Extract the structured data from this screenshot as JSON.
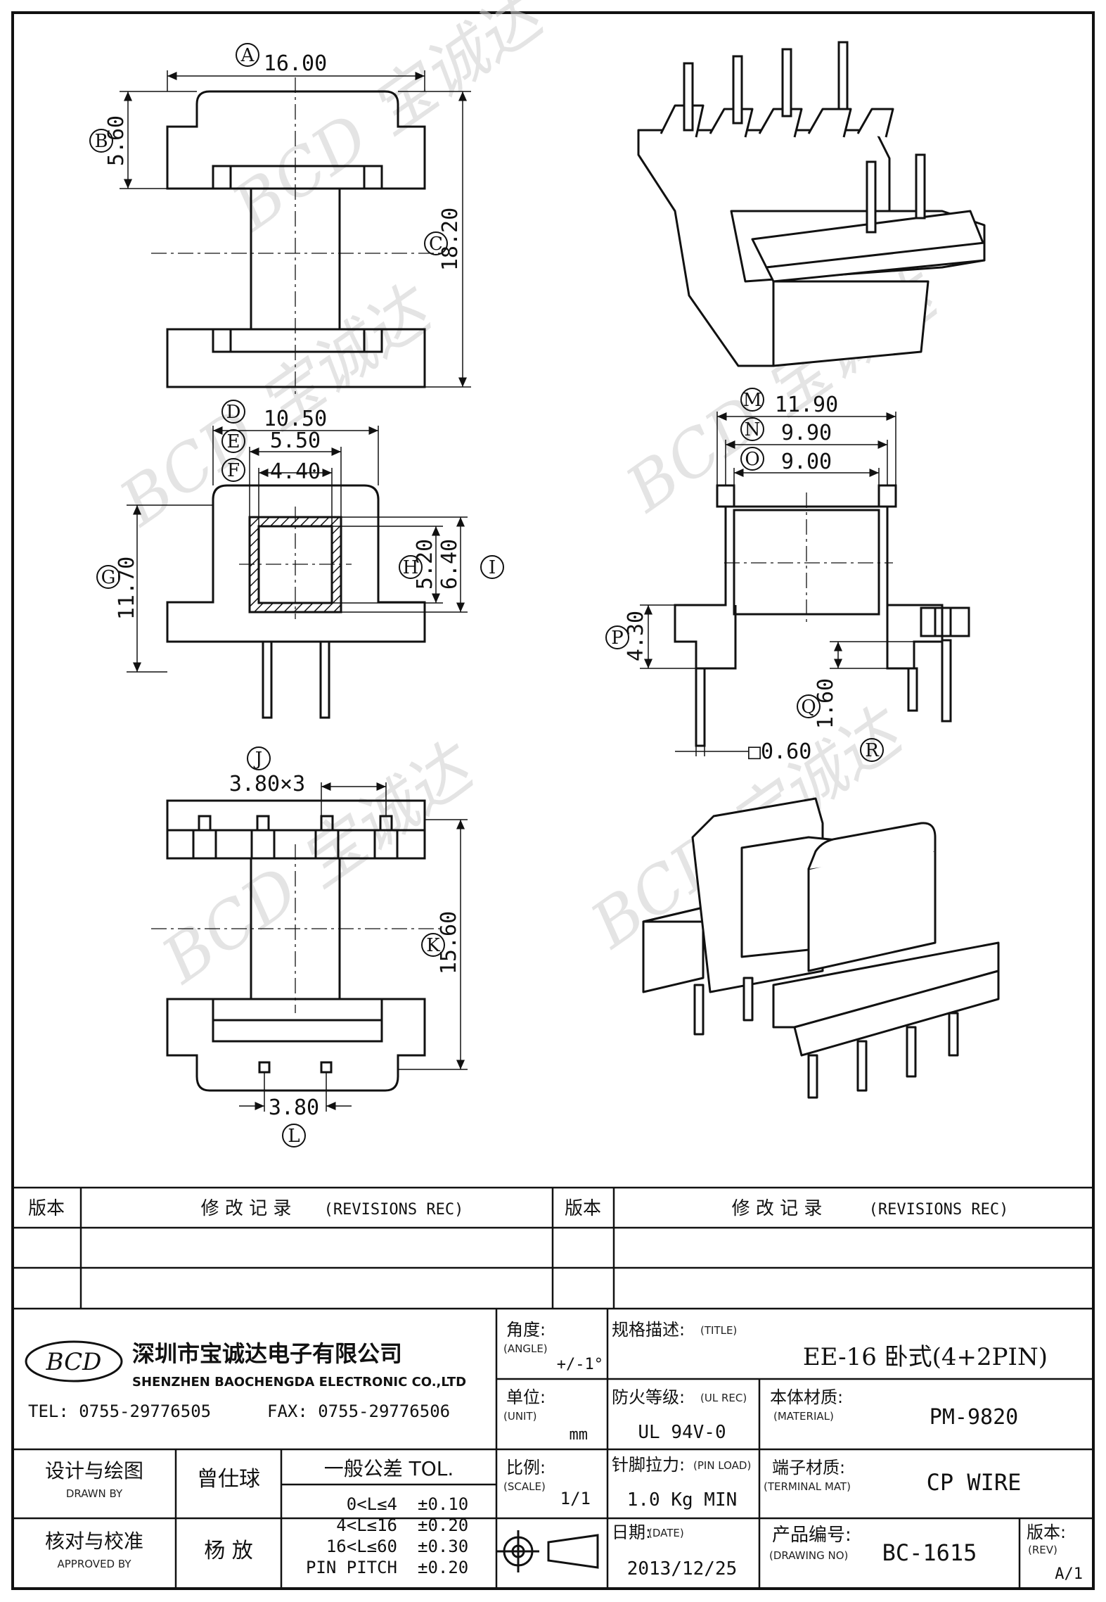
{
  "dimensions": {
    "A": {
      "letter": "A",
      "value": "16.00"
    },
    "B": {
      "letter": "B",
      "value": "5.60"
    },
    "C": {
      "letter": "C",
      "value": "18.20"
    },
    "D": {
      "letter": "D",
      "value": "10.50"
    },
    "E": {
      "letter": "E",
      "value": "5.50"
    },
    "F": {
      "letter": "F",
      "value": "4.40"
    },
    "G": {
      "letter": "G",
      "value": "11.70"
    },
    "H": {
      "letter": "H",
      "value": "5.20"
    },
    "I": {
      "letter": "I",
      "value": "6.40"
    },
    "J": {
      "letter": "J",
      "value": "3.80×3"
    },
    "K": {
      "letter": "K",
      "value": "15.60"
    },
    "L": {
      "letter": "L",
      "value": "3.80"
    },
    "M": {
      "letter": "M",
      "value": "11.90"
    },
    "N": {
      "letter": "N",
      "value": "9.90"
    },
    "O": {
      "letter": "O",
      "value": "9.00"
    },
    "P": {
      "letter": "P",
      "value": "4.30"
    },
    "Q": {
      "letter": "Q",
      "value": "1.60"
    },
    "R": {
      "letter": "R",
      "value": "□0.60"
    }
  },
  "watermark": {
    "text": "BCD 宝诚达"
  },
  "revisions": {
    "version_label": "版本",
    "record_label": "修 改 记 录",
    "record_en": "(REVISIONS REC)"
  },
  "company": {
    "logo": "BCD",
    "name_cn": "深圳市宝诚达电子有限公司",
    "name_en": "SHENZHEN BAOCHENGDA ELECTRONIC CO.,LTD",
    "tel": "TEL: 0755-29776505",
    "fax": "FAX: 0755-29776506"
  },
  "title_block": {
    "angle_label": "角度:",
    "angle_en": "(ANGLE)",
    "angle_value": "+/-1°",
    "title_label": "规格描述:",
    "title_en": "(TITLE)",
    "title_value": "EE-16 卧式(4+2PIN)",
    "unit_label": "单位:",
    "unit_en": "(UNIT)",
    "unit_value": "mm",
    "ul_label": "防火等级:",
    "ul_en": "(UL REC)",
    "ul_value": "UL 94V-0",
    "material_label": "本体材质:",
    "material_en": "(MATERIAL)",
    "material_value": "PM-9820",
    "drawn_label": "设计与绘图",
    "drawn_en": "DRAWN BY",
    "drawn_value": "曾仕球",
    "tol_label": "一般公差 TOL.",
    "tol_rows": [
      {
        "range": "0<L≤4",
        "value": "±0.10"
      },
      {
        "range": "4<L≤16",
        "value": "±0.20"
      },
      {
        "range": "16<L≤60",
        "value": "±0.30"
      },
      {
        "range": "PIN PITCH",
        "value": "±0.20"
      }
    ],
    "scale_label": "比例:",
    "scale_en": "(SCALE)",
    "scale_value": "1/1",
    "pin_label": "针脚拉力:",
    "pin_en": "(PIN LOAD)",
    "pin_value": "1.0 Kg MIN",
    "terminal_label": "端子材质:",
    "terminal_en": "(TERMINAL MAT)",
    "terminal_value": "CP WIRE",
    "approved_label": "核对与校准",
    "approved_en": "APPROVED BY",
    "approved_value": "杨  放",
    "date_label": "日期:",
    "date_en": "(DATE)",
    "date_value": "2013/12/25",
    "drawing_label": "产品编号:",
    "drawing_en": "(DRAWING NO)",
    "drawing_value": "BC-1615",
    "rev_label": "版本:",
    "rev_en": "(REV)",
    "rev_value": "A/1"
  }
}
